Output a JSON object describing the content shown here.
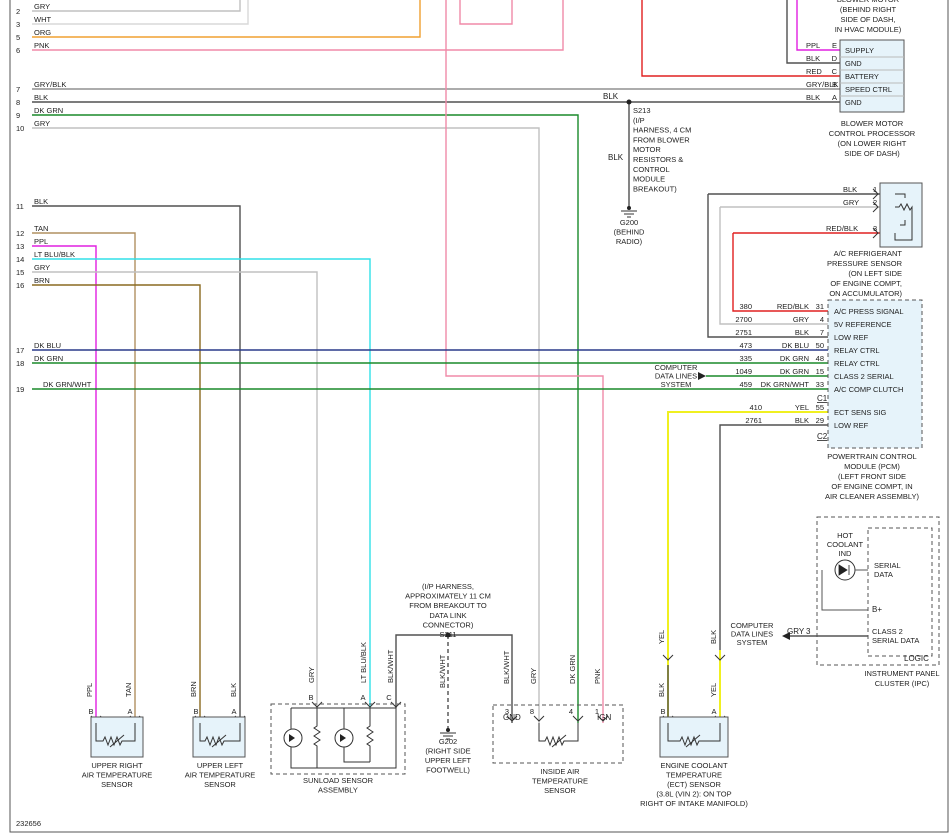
{
  "left_pins": [
    {
      "num": "2",
      "label": "GRY"
    },
    {
      "num": "3",
      "label": "WHT"
    },
    {
      "num": "5",
      "label": "ORG"
    },
    {
      "num": "6",
      "label": "PNK"
    },
    {
      "num": "7",
      "label": "GRY/BLK"
    },
    {
      "num": "8",
      "label": "BLK"
    },
    {
      "num": "9",
      "label": "DK GRN"
    },
    {
      "num": "10",
      "label": "GRY"
    },
    {
      "num": "11",
      "label": "BLK"
    },
    {
      "num": "12",
      "label": "TAN"
    },
    {
      "num": "13",
      "label": "PPL"
    },
    {
      "num": "14",
      "label": "LT BLU/BLK"
    },
    {
      "num": "15",
      "label": "GRY"
    },
    {
      "num": "16",
      "label": "BRN"
    },
    {
      "num": "17",
      "label": "DK BLU"
    },
    {
      "num": "18",
      "label": "DK GRN"
    },
    {
      "num": "19",
      "label": "DK GRN/WHT"
    }
  ],
  "blower_motor_top": [
    "BLOWER MOTOR",
    "(BEHIND RIGHT",
    "SIDE OF DASH,",
    "IN HVAC MODULE)"
  ],
  "bmcp": {
    "pins": [
      {
        "wire": "PPL",
        "letter": "E",
        "func": "SUPPLY"
      },
      {
        "wire": "BLK",
        "letter": "D",
        "func": "GND"
      },
      {
        "wire": "RED",
        "letter": "C",
        "func": "BATTERY"
      },
      {
        "wire": "GRY/BLK",
        "letter": "B",
        "func": "SPEED CTRL"
      },
      {
        "wire": "BLK",
        "letter": "A",
        "func": "GND"
      }
    ],
    "caption": [
      "BLOWER MOTOR",
      "CONTROL PROCESSOR",
      "(ON LOWER RIGHT",
      "SIDE OF DASH)"
    ]
  },
  "s213": {
    "wire_top": "BLK",
    "label": [
      "S213",
      "(I/P",
      "HARNESS, 4 CM",
      "FROM BLOWER",
      "MOTOR",
      "RESISTORS &",
      "CONTROL",
      "MODULE",
      "BREAKOUT)"
    ],
    "wire_down": "BLK",
    "ground": [
      "G200",
      "(BEHIND",
      "RADIO)"
    ]
  },
  "ac_sensor": {
    "pins": [
      {
        "wire": "BLK",
        "num": "1"
      },
      {
        "wire": "GRY",
        "num": "2"
      },
      {
        "wire": "RED/BLK",
        "num": "3"
      }
    ],
    "caption": [
      "A/C REFRIGERANT",
      "PRESSURE SENSOR",
      "(ON LEFT SIDE",
      "OF ENGINE COMPT,",
      "ON ACCUMULATOR)"
    ]
  },
  "pcm": {
    "rows": [
      {
        "circuit": "380",
        "wire": "RED/BLK",
        "pin": "31",
        "func": "A/C PRESS SIGNAL"
      },
      {
        "circuit": "2700",
        "wire": "GRY",
        "pin": "4",
        "func": "5V REFERENCE"
      },
      {
        "circuit": "2751",
        "wire": "BLK",
        "pin": "7",
        "func": "LOW REF"
      },
      {
        "circuit": "473",
        "wire": "DK BLU",
        "pin": "50",
        "func": "RELAY CTRL"
      },
      {
        "circuit": "335",
        "wire": "DK GRN",
        "pin": "48",
        "func": "RELAY CTRL"
      },
      {
        "circuit": "1049",
        "wire": "DK GRN",
        "pin": "15",
        "func": "CLASS 2 SERIAL"
      },
      {
        "circuit": "459",
        "wire": "DK GRN/WHT",
        "pin": "33",
        "func": "A/C COMP CLUTCH"
      },
      {
        "circuit": "410",
        "wire": "YEL",
        "pin": "55",
        "func": "ECT SENS SIG"
      },
      {
        "circuit": "2761",
        "wire": "BLK",
        "pin": "29",
        "func": "LOW REF"
      }
    ],
    "conn_c1": "C1",
    "conn_c2": "C2",
    "comp_lines": [
      "COMPUTER",
      "DATA LINES",
      "SYSTEM"
    ],
    "caption": [
      "POWERTRAIN CONTROL",
      "MODULE (PCM)",
      "(LEFT FRONT SIDE",
      "OF ENGINE COMPT, IN",
      "AIR CLEANER ASSEMBLY)"
    ]
  },
  "ipc": {
    "hot_coolant": [
      "HOT",
      "COOLANT",
      "IND"
    ],
    "serial_data": [
      "SERIAL",
      "DATA"
    ],
    "bplus": "B+",
    "class2": [
      "CLASS 2",
      "SERIAL DATA"
    ],
    "logic": "LOGIC",
    "wire": "GRY",
    "pin": "3",
    "comp_lines": [
      "COMPUTER",
      "DATA LINES",
      "SYSTEM"
    ],
    "caption": [
      "INSTRUMENT PANEL",
      "CLUSTER (IPC)"
    ]
  },
  "s211": {
    "label": [
      "(I/P HARNESS,",
      "APPROXIMATELY 11 CM",
      "FROM BREAKOUT TO",
      "DATA LINK",
      "CONNECTOR)",
      "S211"
    ],
    "wire_down": "BLK/WHT",
    "ground": [
      "G202",
      "(RIGHT SIDE",
      "UPPER LEFT",
      "FOOTWELL)"
    ]
  },
  "bottom": {
    "ur": {
      "wires": [
        {
          "label": "PPL",
          "pin": "B"
        },
        {
          "label": "TAN",
          "pin": "A"
        }
      ],
      "caption": [
        "UPPER RIGHT",
        "AIR TEMPERATURE",
        "SENSOR"
      ]
    },
    "ul": {
      "wires": [
        {
          "label": "BRN",
          "pin": "B"
        },
        {
          "label": "BLK",
          "pin": "A"
        }
      ],
      "caption": [
        "UPPER LEFT",
        "AIR TEMPERATURE",
        "SENSOR"
      ]
    },
    "sunload": {
      "wires": [
        {
          "label": "GRY",
          "pin": "B"
        },
        {
          "label": "LT BLU/BLK",
          "pin": "A"
        },
        {
          "label": "BLK/WHT",
          "pin": "C"
        }
      ],
      "caption": [
        "SUNLOAD SENSOR",
        "ASSEMBLY"
      ]
    },
    "inside": {
      "wires": [
        {
          "label": "BLK/WHT",
          "pin": "3"
        },
        {
          "label": "GRY",
          "pin": "8"
        },
        {
          "label": "DK GRN",
          "pin": "4"
        },
        {
          "label": "PNK",
          "pin": "1"
        }
      ],
      "gnd": "GND",
      "ign": "IGN",
      "caption": [
        "INSIDE AIR",
        "TEMPERATURE",
        "SENSOR"
      ]
    },
    "ect": {
      "top_wires": [
        "YEL",
        "BLK"
      ],
      "wires": [
        {
          "label": "BLK",
          "pin": "B"
        },
        {
          "label": "YEL",
          "pin": "A"
        }
      ],
      "caption": [
        "ENGINE COOLANT",
        "TEMPERATURE",
        "(ECT) SENSOR",
        "(3.8L (VIN 2): ON TOP",
        "RIGHT OF INTAKE MANIFOLD)"
      ]
    }
  },
  "diagram_number": "232656",
  "colors": {
    "gry": "#c0c0c0",
    "org": "#f0a030",
    "pnk": "#f08aa8",
    "blk": "#505050",
    "dkgrn": "#1a8a2a",
    "tan": "#b09060",
    "ppl": "#e020e0",
    "ltblu": "#30e0e8",
    "brn": "#8a6a20",
    "dkblu": "#2a3a8a",
    "red": "#e02020",
    "yel": "#f0f020"
  }
}
